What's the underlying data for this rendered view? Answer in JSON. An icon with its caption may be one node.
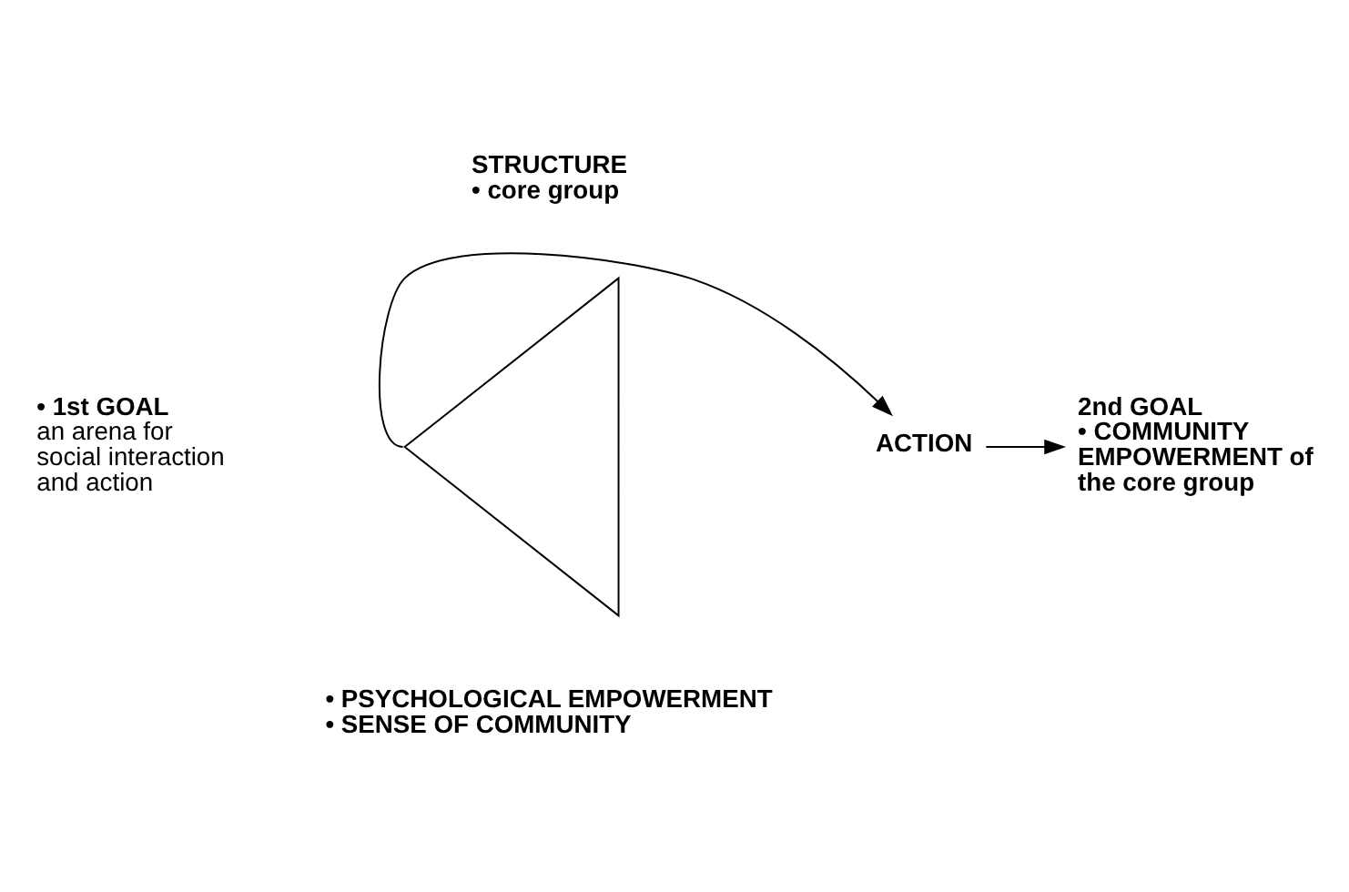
{
  "diagram": {
    "nodes": [
      {
        "text": [
          "• 1st GOAL",
          "an arena for social interaction and action"
        ]
      },
      {
        "text": [
          "STRUCTURE",
          "• core group"
        ]
      },
      {
        "text": [],
        "shape": "triangle"
      },
      {
        "text": [
          "ACTION"
        ]
      },
      {
        "text": [
          "2nd GOAL",
          "• COMMUNITY EMPOWERMENT of the core group"
        ]
      },
      {
        "text": [
          "• PSYCHOLOGICAL EMPOWERMENT",
          "• SENSE OF COMMUNITY"
        ]
      }
    ],
    "edges": [
      {
        "from": 2,
        "to": 3,
        "arrow": "to"
      },
      {
        "from": 3,
        "to": 4,
        "arrow": "to"
      }
    ]
  }
}
